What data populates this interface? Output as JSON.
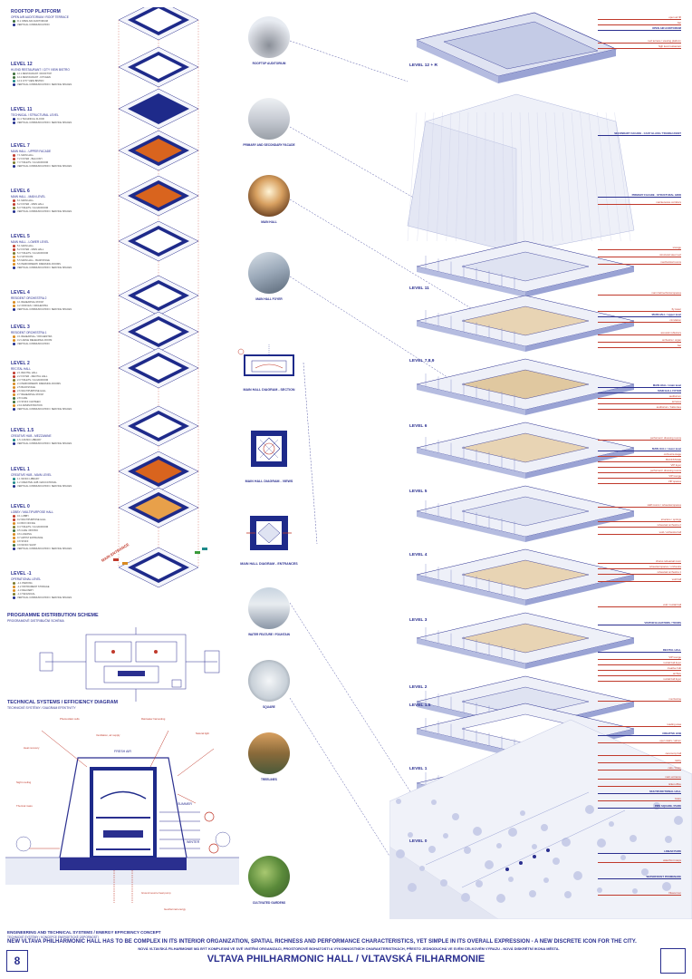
{
  "levels": [
    {
      "title": "ROOFTOP PLATFORM",
      "subtitle": "OPEN AIR AUDITORIUM / ROOF TERRACE",
      "items": [
        {
          "c": "#3a6e3a",
          "t": "R.1 OPEN AIR AUDITORIUM"
        },
        {
          "c": "#1e2a8a",
          "t": "VERTICAL COMMUNICATION"
        }
      ]
    },
    {
      "title": "LEVEL 12",
      "subtitle": "HI-END RESTAURANT / CITY VIEW BISTRO",
      "items": [
        {
          "c": "#3a6e3a",
          "t": "12.1 RESTAURANT / ROOFTOP"
        },
        {
          "c": "#3a6e3a",
          "t": "12.2 RESTAURANT - KITCHEN"
        },
        {
          "c": "#1e8a8a",
          "t": "12.3 CITY VIEW BISTRO"
        },
        {
          "c": "#1e2a8a",
          "t": "VERTICAL COMMUNICATION / SERVICE SPACES"
        }
      ]
    },
    {
      "title": "LEVEL 11",
      "subtitle": "TECHNICAL / STRUCTURAL LEVEL",
      "items": [
        {
          "c": "#1e2a8a",
          "t": "11.1 TECHNICAL FLOOR"
        },
        {
          "c": "#1e2a8a",
          "t": "VERTICAL COMMUNICATION / SERVICE SPACES"
        }
      ]
    },
    {
      "title": "LEVEL 7",
      "subtitle": "MAIN HALL - UPPER FACADE",
      "items": [
        {
          "c": "#c0392b",
          "t": "7.1 MAIN HALL"
        },
        {
          "c": "#c0392b",
          "t": "7.2 FOYER - BALCONY"
        },
        {
          "c": "#7a7a2a",
          "t": "7.3 TOILETS / CLOAKROOM"
        },
        {
          "c": "#1e2a8a",
          "t": "VERTICAL COMMUNICATION / SERVICE SPACES"
        }
      ]
    },
    {
      "title": "LEVEL 6",
      "subtitle": "MAIN HALL - MAIN LEVEL",
      "items": [
        {
          "c": "#c0392b",
          "t": "6.1 MAIN HALL"
        },
        {
          "c": "#c0392b",
          "t": "6.2 FOYER - MAIN HALL"
        },
        {
          "c": "#7a7a2a",
          "t": "6.3 TOILETS / CLOAKROOM"
        },
        {
          "c": "#1e2a8a",
          "t": "VERTICAL COMMUNICATION / SERVICE SPACES"
        }
      ]
    },
    {
      "title": "LEVEL 5",
      "subtitle": "MAIN HALL - LOWER LEVEL",
      "items": [
        {
          "c": "#c0392b",
          "t": "5.1 MAIN HALL"
        },
        {
          "c": "#c0392b",
          "t": "5.2 FOYER - MAIN HALL"
        },
        {
          "c": "#7a7a2a",
          "t": "5.3 TOILETS / CLOAKROOM"
        },
        {
          "c": "#d98a1e",
          "t": "5.4 VIP ROOM"
        },
        {
          "c": "#d98a1e",
          "t": "5.5 MAIN HALL - BACKSTAGE"
        },
        {
          "c": "#d98a1e",
          "t": "5.6 PERFORMERS' DRESSING ROOMS"
        },
        {
          "c": "#1e2a8a",
          "t": "VERTICAL COMMUNICATION / SERVICE SPACES"
        }
      ]
    },
    {
      "title": "LEVEL 4",
      "subtitle": "RESIDENT ORCHESTRA 2",
      "items": [
        {
          "c": "#d98a1e",
          "t": "4.1 REHEARSAL ROOM"
        },
        {
          "c": "#d98a1e",
          "t": "4.2 OFFICES / ORCHESTRA"
        },
        {
          "c": "#1e2a8a",
          "t": "VERTICAL COMMUNICATION / SERVICE SPACES"
        }
      ]
    },
    {
      "title": "LEVEL 3",
      "subtitle": "RESIDENT ORCHESTRA 1",
      "items": [
        {
          "c": "#d98a1e",
          "t": "3.1 REHEARSAL / ORCHESTRA"
        },
        {
          "c": "#d98a1e",
          "t": "3.2 LARGE REHEARSAL ROOM"
        },
        {
          "c": "#1e2a8a",
          "t": "VERTICAL COMMUNICATION"
        }
      ]
    },
    {
      "title": "LEVEL 2",
      "subtitle": "RECITAL HALL",
      "items": [
        {
          "c": "#c0392b",
          "t": "2.1 RECITAL HALL"
        },
        {
          "c": "#c0392b",
          "t": "2.2 FOYER - RECITAL HALL"
        },
        {
          "c": "#7a7a2a",
          "t": "2.3 TOILETS / CLOAKROOM"
        },
        {
          "c": "#d98a1e",
          "t": "2.4 PERFORMERS' DRESSING ROOMS"
        },
        {
          "c": "#d98a1e",
          "t": "2.5 BACKSTAGE"
        },
        {
          "c": "#c0392b",
          "t": "2.6 MULTIPURPOSE HALL"
        },
        {
          "c": "#d98a1e",
          "t": "2.7 REHEARSAL ROOM"
        },
        {
          "c": "#3a6e3a",
          "t": "2.8 CAFE"
        },
        {
          "c": "#3a6e3a",
          "t": "2.9 STAFF CANTEEN"
        },
        {
          "c": "#d98a1e",
          "t": "2.10 ADMINISTRATION"
        },
        {
          "c": "#1e2a8a",
          "t": "VERTICAL COMMUNICATION / SERVICE SPACES"
        }
      ]
    },
    {
      "title": "LEVEL 1.5",
      "subtitle": "CREATIVE HUB - MEZZANINE",
      "items": [
        {
          "c": "#1e8a8a",
          "t": "1.5.1 MUSIC LIBRARY"
        },
        {
          "c": "#1e2a8a",
          "t": "VERTICAL COMMUNICATION / SERVICE SPACES"
        }
      ]
    },
    {
      "title": "LEVEL 1",
      "subtitle": "CREATIVE HUB - MAIN LEVEL",
      "items": [
        {
          "c": "#1e8a8a",
          "t": "1.1 MUSIC LIBRARY"
        },
        {
          "c": "#1e8a8a",
          "t": "1.2 CREATIVE HUB / EDUCATIONAL"
        },
        {
          "c": "#1e2a8a",
          "t": "VERTICAL COMMUNICATION / SERVICE SPACES"
        }
      ]
    },
    {
      "title": "LEVEL 0",
      "subtitle": "LOBBY / MULTIPURPOSE HALL",
      "items": [
        {
          "c": "#c0392b",
          "t": "0.1 LOBBY"
        },
        {
          "c": "#c0392b",
          "t": "0.2 MULTIPURPOSE HALL"
        },
        {
          "c": "#d98a1e",
          "t": "0.3 BOX OFFICE"
        },
        {
          "c": "#7a7a2a",
          "t": "0.4 TOILETS / CLOAKROOM"
        },
        {
          "c": "#3a6e3a",
          "t": "0.5 CAFE / BISTRO"
        },
        {
          "c": "#d98a1e",
          "t": "0.6 LOADING"
        },
        {
          "c": "#d98a1e",
          "t": "0.7 ARTIST ENTRANCE"
        },
        {
          "c": "#d98a1e",
          "t": "0.8 STAFF"
        },
        {
          "c": "#3a6e3a",
          "t": "0.9 MUSIC SHOP"
        },
        {
          "c": "#1e2a8a",
          "t": "VERTICAL COMMUNICATION / SERVICE SPACES"
        }
      ]
    },
    {
      "title": "LEVEL -1",
      "subtitle": "OPERATIONAL LEVEL",
      "items": [
        {
          "c": "#7a7a2a",
          "t": "-1.1 PARKING"
        },
        {
          "c": "#d98a1e",
          "t": "-1.2 INSTRUMENT STORAGE"
        },
        {
          "c": "#d98a1e",
          "t": "-1.3 DELIVERY"
        },
        {
          "c": "#7a7a2a",
          "t": "-1.4 TECHNICAL"
        },
        {
          "c": "#1e2a8a",
          "t": "VERTICAL COMMUNICATION / SERVICE SPACES"
        }
      ]
    }
  ],
  "main_entrance": "MAIN ENTRANCE",
  "programme": {
    "title": "PROGRAMME DISTRIBUTION SCHEME",
    "subtitle": "PROGRAMOVÉ DISTRIBUČNÍ SCHÉMA"
  },
  "technical": {
    "title": "TECHNICAL SYSTEMS / EFFICIENCY DIAGRAM",
    "subtitle": "TECHNICKÉ SYSTÉMY / DIAGRAM EFEKTIVITY"
  },
  "photos": [
    "ROOFTOP AUDITORIUM",
    "PRIMARY AND SECONDARY FACADE",
    "MAIN HALL",
    "MAIN HALL FOYER",
    "WATER FEATURE / FOUNTAIN",
    "SQUARE",
    "TREELINES",
    "CULTIVATED GARDENS"
  ],
  "diagrams": [
    "MAIN HALL DIAGRAM - SECTION",
    "MAIN HALL DIAGRAM - VIEWS",
    "MAIN HALL DIAGRAM - ENTRANCES"
  ],
  "right_levels": [
    "LEVEL 12 + R",
    "LEVEL 11",
    "LEVEL 7,8,9",
    "LEVEL 6",
    "LEVEL 5",
    "LEVEL 4",
    "LEVEL 3",
    "LEVEL 2",
    "LEVEL 1.5",
    "LEVEL 1",
    "LEVEL 0"
  ],
  "right_notes": [
    {
      "t": "open air lift",
      "b": false
    },
    {
      "t": "bar",
      "b": false
    },
    {
      "t": "OPEN AIR AUDITORIUM",
      "b": true
    },
    {
      "t": "roof terrace / viewing platform",
      "b": false
    },
    {
      "t": "high level restaurant",
      "b": false
    },
    {
      "t": "SECONDARY FACADE - CAST GLASS / TRANSLUCENT",
      "b": true
    },
    {
      "t": "PRIMARY FACADE - STRUCTURAL GRID",
      "b": true
    },
    {
      "t": "maintenance corridors",
      "b": false
    },
    {
      "t": "storage",
      "b": false
    },
    {
      "t": "structural steel roof",
      "b": false
    },
    {
      "t": "mechanical rooms",
      "b": false
    },
    {
      "t": "main hall technical spaces",
      "b": false
    },
    {
      "t": "fly tower",
      "b": false
    },
    {
      "t": "MAIN HALL / upper level",
      "b": true
    },
    {
      "t": "circulation",
      "b": false
    },
    {
      "t": "acoustic reflectors",
      "b": false
    },
    {
      "t": "orchestra / organ",
      "b": false
    },
    {
      "t": "bar",
      "b": false
    },
    {
      "t": "MAIN HALL / main level",
      "b": true
    },
    {
      "t": "MAIN HALL FOYER",
      "b": true
    },
    {
      "t": "auditorium",
      "b": false
    },
    {
      "t": "terraces",
      "b": false
    },
    {
      "t": "auditorium / balconies",
      "b": false
    },
    {
      "t": "performers' dressing rooms",
      "b": false
    },
    {
      "t": "MAIN HALL / lower level",
      "b": true
    },
    {
      "t": "orchestra stage",
      "b": false
    },
    {
      "t": "BACKSTAGE",
      "b": false
    },
    {
      "t": "VIP foyer",
      "b": false
    },
    {
      "t": "performers' dressing rooms",
      "b": false
    },
    {
      "t": "VIP lounge",
      "b": false
    },
    {
      "t": "VIP spaces",
      "b": false
    },
    {
      "t": "staff rooms / rehearsal spaces",
      "b": false
    },
    {
      "t": "structure / springs",
      "b": false
    },
    {
      "t": "rehearsal orchestra 2",
      "b": false
    },
    {
      "t": "void / orchestra hall",
      "b": false
    },
    {
      "t": "chorus rehearsal room",
      "b": false
    },
    {
      "t": "rehearsal spaces / orchestra",
      "b": false
    },
    {
      "t": "rehearsal orchestra 1",
      "b": false
    },
    {
      "t": "void hall",
      "b": false
    },
    {
      "t": "void / recital hall",
      "b": false
    },
    {
      "t": "VISITOR ELEVATORS / TOURS",
      "b": true
    },
    {
      "t": "RECITAL HALL",
      "b": true
    },
    {
      "t": "VIP lounge",
      "b": false
    },
    {
      "t": "recital hall foyer",
      "b": false
    },
    {
      "t": "creative hub",
      "b": false
    },
    {
      "t": "archive",
      "b": false
    },
    {
      "t": "recital hall foyer",
      "b": false
    },
    {
      "t": "mezzanine",
      "b": false
    },
    {
      "t": "loading area",
      "b": false
    },
    {
      "t": "CREATIVE HUB",
      "b": true
    },
    {
      "t": "open stairs / atrium",
      "b": false
    },
    {
      "t": "ceremony hall",
      "b": false
    },
    {
      "t": "lobby",
      "b": false
    },
    {
      "t": "cafe / bistro",
      "b": false
    },
    {
      "t": "main entrance",
      "b": false
    },
    {
      "t": "ticket office",
      "b": false
    },
    {
      "t": "MULTIFUNCTIONAL HALL",
      "b": true
    },
    {
      "t": "bistro",
      "b": false
    },
    {
      "t": "PIPE SQUARE / PARK",
      "b": true
    },
    {
      "t": "LINEAR PARK",
      "b": true
    },
    {
      "t": "waterfront steps",
      "b": false
    },
    {
      "t": "WATERFRONT PROMENADE",
      "b": true
    },
    {
      "t": "Vltava river",
      "b": false
    }
  ],
  "footer": {
    "tech_title": "ENGINEERING AND TECHNICAL SYSTEMS / ENERGY EFFICIENCY CONCEPT",
    "tech_sub": "TECHNICKÉ SYSTÉMY / KONCEPCE ENERGETICKÉ ÚSPORNOSTI",
    "statement_en": "NEW VLTAVA PHILHARMONIC HALL HAS TO BE COMPLEX IN ITS INTERIOR ORGANIZATION, SPATIAL RICHNESS AND PERFORMANCE CHARACTERISTICS, YET SIMPLE IN ITS OVERALL EXPRESSION - A NEW DISCRETE ICON FOR THE CITY.",
    "statement_cz": "NOVÁ VLTAVSKÁ FILHARMONIE MÁ BÝT KOMPLEXNÍ VE SVÉ VNITŘNÍ ORGANIZACI, PROSTOROVÉ BOHATOSTI A VÝKONNOSTNÍCH CHARAKTERISTIKÁCH, PŘESTO JEDNODUCHÁ VE SVÉM CELKOVÉM VÝRAZU - NOVÁ DISKRÉTNÍ IKONA MĚSTA.",
    "page_number": "8",
    "title": "VLTAVA PHILHARMONIC HALL / VLTAVSKÁ FILHARMONIE"
  },
  "tech_labels": [
    "Photovoltaic cells",
    "Rainwater harvesting",
    "Ventilation, air supply",
    "Natural light",
    "Heat recovery",
    "Night cooling",
    "Thermal mass",
    "Ground source heat pump",
    "FRESH AIR",
    "SUMMER",
    "WINTER",
    "Geothermal energy"
  ],
  "colors": {
    "brand": "#2a2f8f",
    "accent": "#c0392b",
    "orange": "#d98a1e",
    "navy": "#1e2a8a"
  }
}
